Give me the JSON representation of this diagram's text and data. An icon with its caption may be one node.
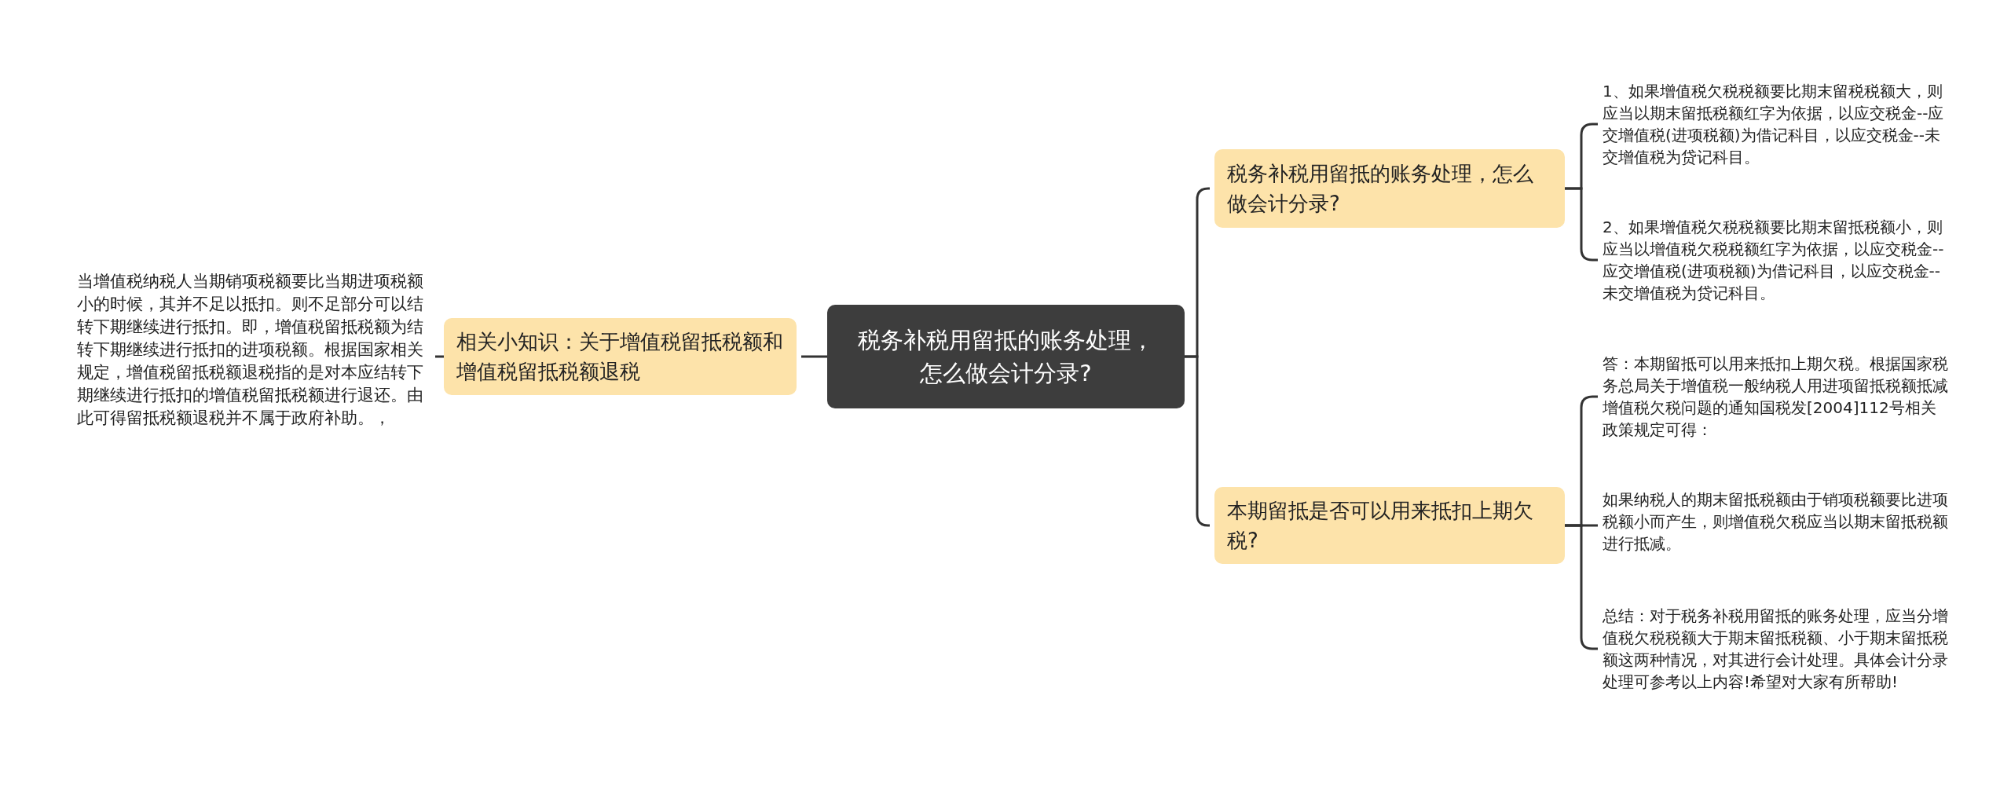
{
  "diagram": {
    "nodes": [
      {
        "text": [
          "税务补税用留抵的账务处理，怎么做会计分录?"
        ]
      },
      {
        "text": [
          "相关小知识：关于增值税留抵税额和增值税留抵税额退税"
        ]
      },
      {
        "text": [
          "当增值税纳税人当期销项税额要比当期进项税额小的时候，其并不足以抵扣。则不足部分可以结转下期继续进行抵扣。即，增值税留抵税额为结转下期继续进行抵扣的进项税额。根据国家相关规定，增值税留抵税额退税指的是对本应结转下期继续进行抵扣的增值税留抵税额进行退还。由此可得留抵税额退税并不属于政府补助。，"
        ]
      },
      {
        "text": [
          "税务补税用留抵的账务处理，怎么做会计分录?"
        ]
      },
      {
        "text": [
          "本期留抵是否可以用来抵扣上期欠税?"
        ]
      },
      {
        "text": [
          "1、如果增值税欠税税额要比期末留税税额大，则应当以期末留抵税额红字为依据，以应交税金--应交增值税(进项税额)为借记科目，以应交税金--未交增值税为贷记科目。"
        ]
      },
      {
        "text": [
          "2、如果增值税欠税税额要比期末留抵税额小，则应当以增值税欠税税额红字为依据，以应交税金--应交增值税(进项税额)为借记科目，以应交税金--未交增值税为贷记科目。"
        ]
      },
      {
        "text": [
          "答：本期留抵可以用来抵扣上期欠税。根据国家税务总局关于增值税一般纳税人用进项留抵税额抵减增值税欠税问题的通知国税发[2004]112号相关政策规定可得："
        ]
      },
      {
        "text": [
          "如果纳税人的期末留抵税额由于销项税额要比进项税额小而产生，则增值税欠税应当以期末留抵税额进行抵减。"
        ]
      },
      {
        "text": [
          "总结：对于税务补税用留抵的账务处理，应当分增值税欠税税额大于期末留抵税额、小于期末留抵税额这两种情况，对其进行会计处理。具体会计分录处理可参考以上内容!希望对大家有所帮助!"
        ]
      }
    ],
    "edges": [
      {
        "from": 0,
        "to": 1,
        "arrow": "none"
      },
      {
        "from": 1,
        "to": 2,
        "arrow": "none"
      },
      {
        "from": 0,
        "to": 3,
        "arrow": "none"
      },
      {
        "from": 0,
        "to": 4,
        "arrow": "none"
      },
      {
        "from": 3,
        "to": 5,
        "arrow": "none"
      },
      {
        "from": 3,
        "to": 6,
        "arrow": "none"
      },
      {
        "from": 4,
        "to": 7,
        "arrow": "none"
      },
      {
        "from": 4,
        "to": 8,
        "arrow": "none"
      },
      {
        "from": 4,
        "to": 9,
        "arrow": "none"
      }
    ]
  }
}
